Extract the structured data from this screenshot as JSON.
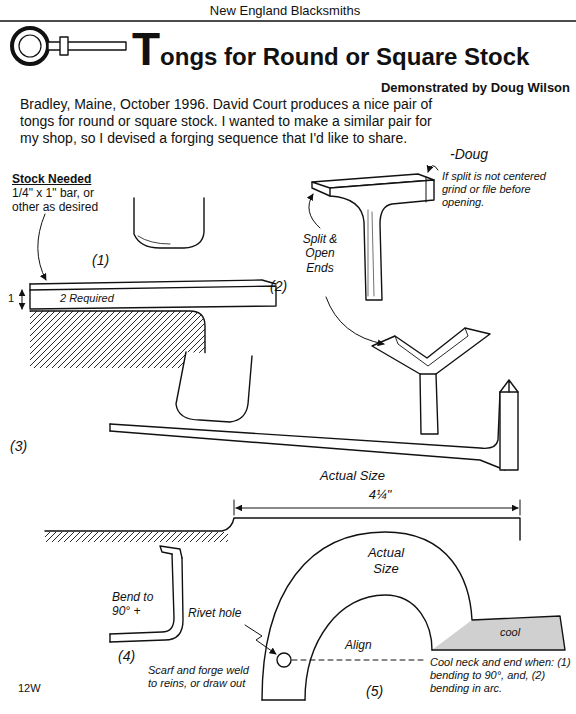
{
  "diagram": {
    "title": "Tongs for Round or Square Stock",
    "labels": [
      "New England Blacksmiths",
      "Demonstrated by Doug Wilson",
      "Bradley, Maine, October 1996. David Court produces a nice pair of tongs for round or square stock. I wanted to make a similar pair for my shop, so I devised a forging sequence that I'd like to share.",
      "-Doug",
      "Stock Needed",
      "1/4\" x 1\" bar, or other as desired",
      "(1)",
      "1",
      "2 Required",
      "(2)",
      "Split & Open Ends",
      "If split is not centered grind or file before opening.",
      "(3)",
      "Actual Size",
      "4¼\"",
      "Bend to 90° +",
      "(4)",
      "Rivet hole",
      "Actual Size",
      "cool",
      "Align",
      "Scarf and forge weld to reins, or draw out",
      "(5)",
      "Cool neck and end when: (1) bending to 90°, and, (2) bending in arc.",
      "12W"
    ]
  }
}
